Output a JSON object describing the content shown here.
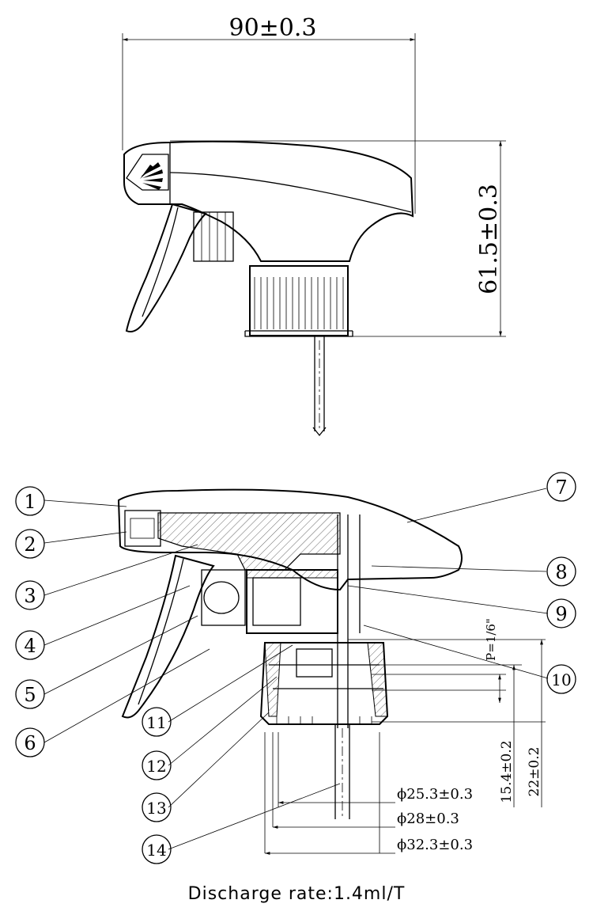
{
  "dimensions": {
    "overall_width": "90±0.3",
    "overall_height": "61.5±0.3",
    "pitch": "P=1/6\"",
    "height_15_4": "15.4±0.2",
    "height_22": "22±0.2",
    "dia_25_3": "ϕ25.3±0.3",
    "dia_28": "ϕ28±0.3",
    "dia_32_3": "ϕ32.3±0.3"
  },
  "callouts": [
    "1",
    "2",
    "3",
    "4",
    "5",
    "6",
    "7",
    "8",
    "9",
    "10",
    "11",
    "12",
    "13",
    "14"
  ],
  "footer_text": "Discharge rate:1.4ml/T"
}
